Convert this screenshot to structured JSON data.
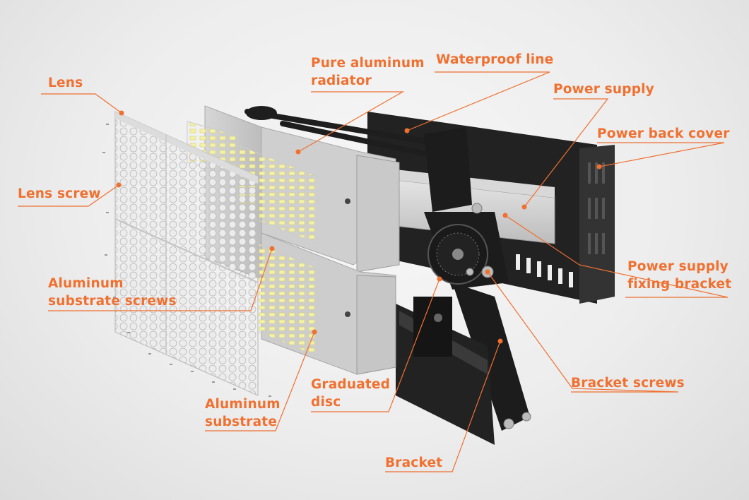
{
  "accent_color": "#f07030",
  "callouts": {
    "lens": {
      "lines": [
        "Lens"
      ]
    },
    "lens_screw": {
      "lines": [
        "Lens screw"
      ]
    },
    "aluminum_substrate_screws": {
      "lines": [
        "Aluminum",
        "substrate screws"
      ]
    },
    "aluminum_substrate": {
      "lines": [
        "Aluminum",
        "substrate"
      ]
    },
    "pure_aluminum_radiator": {
      "lines": [
        "Pure aluminum",
        "radiator"
      ]
    },
    "waterproof_line": {
      "lines": [
        "Waterproof line"
      ]
    },
    "power_supply": {
      "lines": [
        "Power supply"
      ]
    },
    "power_back_cover": {
      "lines": [
        "Power back cover"
      ]
    },
    "power_supply_fixing_bracket": {
      "lines": [
        "Power supply",
        "fixing bracket"
      ]
    },
    "bracket_screws": {
      "lines": [
        "Bracket screws"
      ]
    },
    "graduated_disc": {
      "lines": [
        "Graduated",
        "disc"
      ]
    },
    "bracket": {
      "lines": [
        "Bracket"
      ]
    }
  }
}
